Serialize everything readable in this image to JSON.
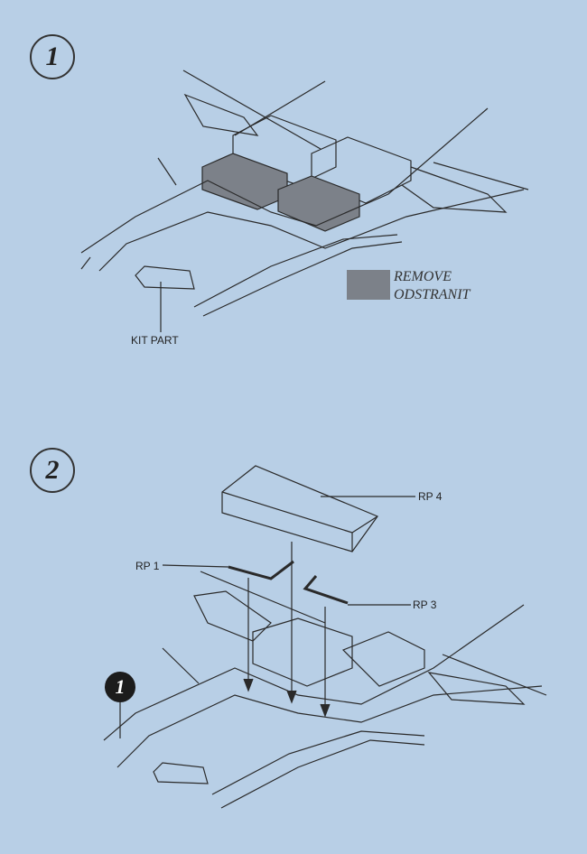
{
  "steps": [
    {
      "number": "1",
      "labels": {
        "kit_part": "KIT PART"
      },
      "legend": {
        "remove": "REMOVE",
        "odstranit": "ODSTRANIT",
        "color": "#7c8189"
      }
    },
    {
      "number": "2",
      "parts": [
        "RP 4",
        "RP 1",
        "RP 3"
      ],
      "reference_step": "1"
    }
  ],
  "colors": {
    "background": "#b8cfe6",
    "line": "#2a2a2a"
  }
}
